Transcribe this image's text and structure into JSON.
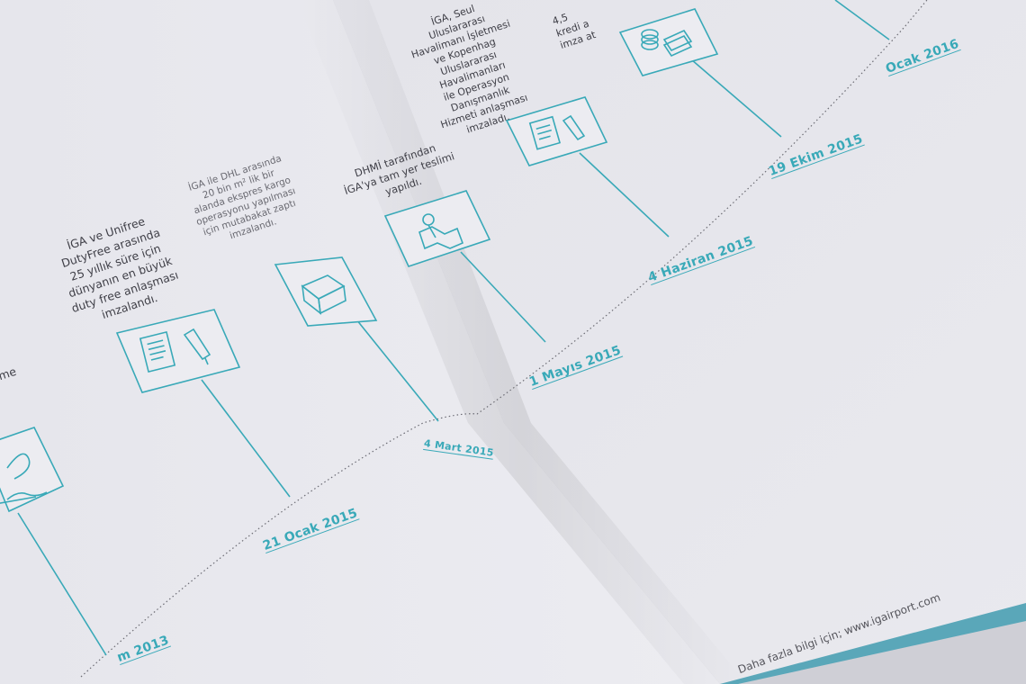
{
  "colors": {
    "accent": "#39a9b8",
    "paper": "#ececf0",
    "text": "#3f3f47"
  },
  "timeline": {
    "events": [
      {
        "date": "m 2013",
        "icon": "signature-document-icon",
        "caption": [
          "me"
        ]
      },
      {
        "date": "21 Ocak 2015",
        "icon": "contract-pen-icon",
        "caption": [
          "İGA ve Unifree",
          "DutyFree arasında",
          "25 yıllık süre için",
          "dünyanın en büyük",
          "duty free anlaşması",
          "imzalandı."
        ]
      },
      {
        "date": "4 Mart 2015",
        "icon": "warehouse-box-icon",
        "caption": [
          "İGA ile DHL arasında",
          "20 bin m² lik bir",
          "alanda ekspres kargo",
          "operasyonu yapılması",
          "için mutabakat zaptı",
          "imzalandı."
        ]
      },
      {
        "date": "1 Mayıs 2015",
        "icon": "map-pin-icon",
        "caption": [
          "DHMİ tarafından",
          "İGA'ya tam yer teslimi",
          "yapıldı."
        ]
      },
      {
        "date": "4 Haziran 2015",
        "icon": "contract-pen-icon",
        "caption": [
          "İGA, Seul",
          "Uluslararası",
          "Havalimanı İşletmesi",
          "ve Kopenhag",
          "Uluslararası",
          "Havalimanları",
          "ile Operasyon",
          "Danışmanlık",
          "Hizmeti anlaşması",
          "imzaladı."
        ]
      },
      {
        "date": "19 Ekim 2015",
        "icon": "money-stack-icon",
        "caption": [
          "4,5",
          "kredi a",
          "imza at"
        ]
      },
      {
        "date": "Ocak 2016",
        "icon": "",
        "caption": []
      }
    ]
  },
  "footer": {
    "text": "Daha fazla bilgi için; www.igairport.com"
  }
}
